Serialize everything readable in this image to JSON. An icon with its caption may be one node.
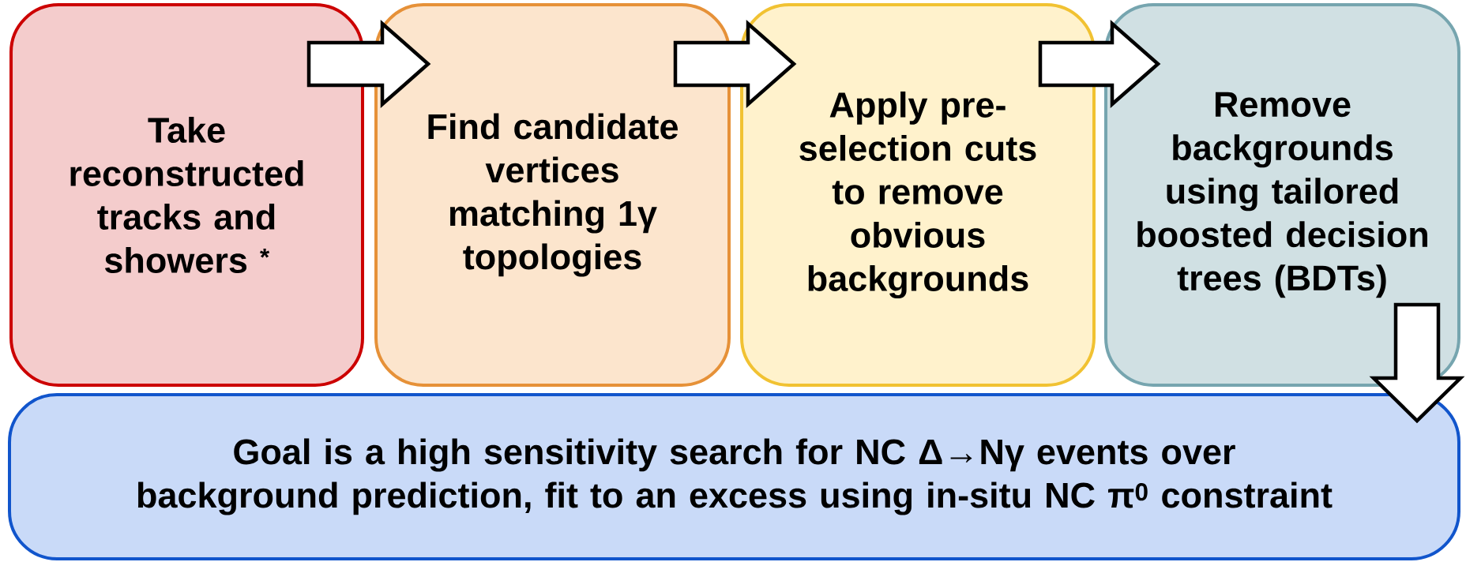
{
  "diagram": {
    "nodes": [
      {
        "text": [
          "Take reconstructed tracks and showers $^{*}$"
        ]
      },
      {
        "text": [
          "Find candidate vertices matching 1γ topologies"
        ]
      },
      {
        "text": [
          "Apply pre-selection cuts to remove obvious backgrounds"
        ]
      },
      {
        "text": [
          "Remove backgrounds using tailored boosted decision trees (BDTs)"
        ]
      },
      {
        "text": [
          "Goal is a high sensitivity search for NC Δ→Nγ events over background prediction, fit to an excess using in-situ NC π$^{0}$ constraint"
        ]
      }
    ],
    "edges": [
      {
        "from": 0,
        "to": 1,
        "arrow": "to"
      },
      {
        "from": 1,
        "to": 2,
        "arrow": "to"
      },
      {
        "from": 2,
        "to": 3,
        "arrow": "to"
      },
      {
        "from": 3,
        "to": 4,
        "arrow": "to"
      }
    ]
  }
}
